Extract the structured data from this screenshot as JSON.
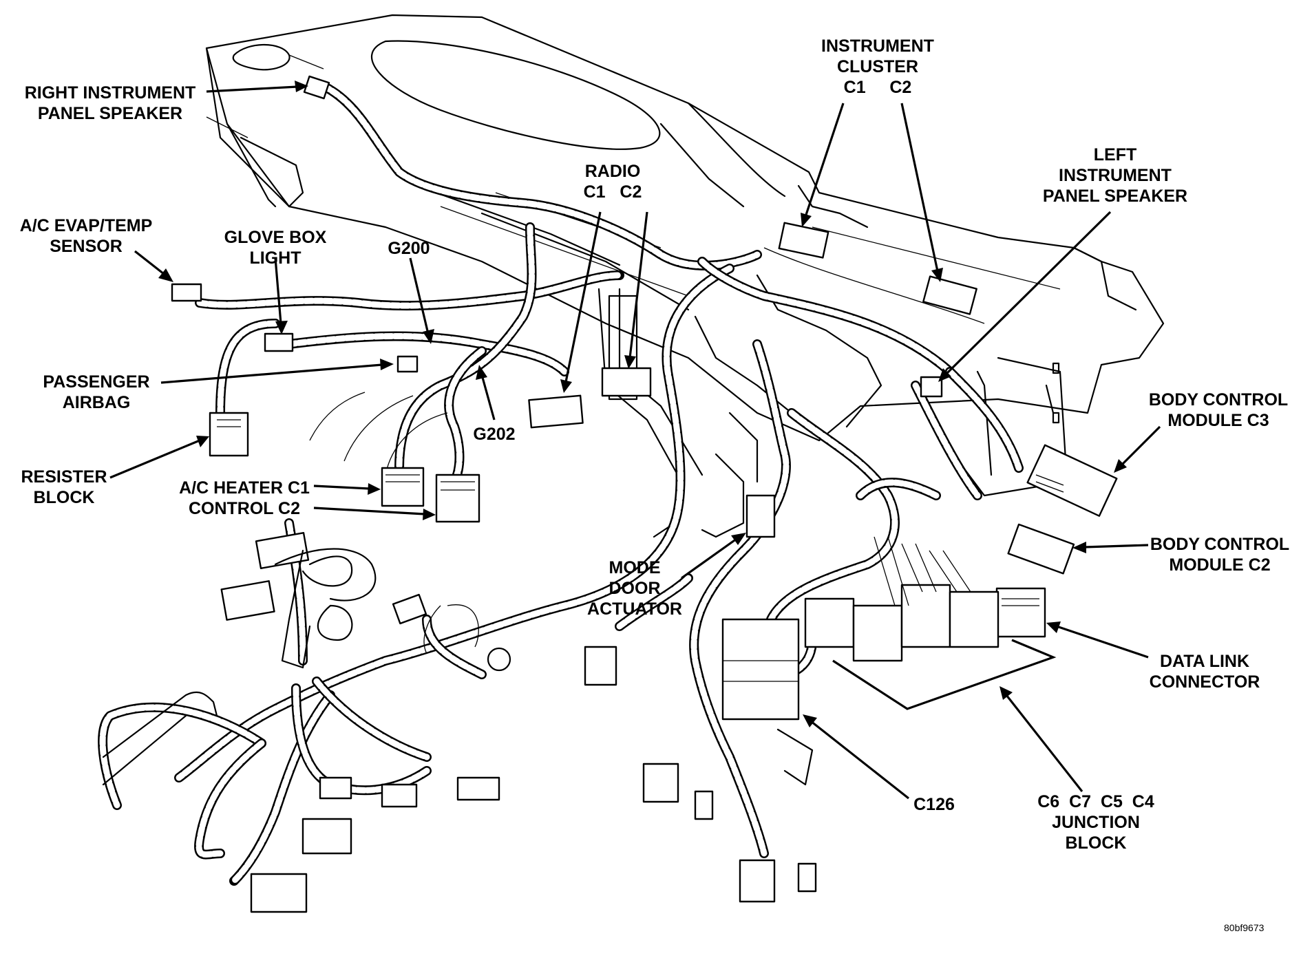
{
  "labels": {
    "right_ip_speaker": [
      "RIGHT INSTRUMENT",
      "PANEL SPEAKER"
    ],
    "instrument_cluster": [
      "INSTRUMENT",
      "CLUSTER",
      "C1     C2"
    ],
    "radio": [
      "RADIO",
      "C1   C2"
    ],
    "left_ip_speaker": [
      "LEFT",
      "INSTRUMENT",
      "PANEL SPEAKER"
    ],
    "ac_evap_temp_sensor": [
      "A/C EVAP/TEMP",
      "SENSOR"
    ],
    "glove_box_light": [
      "GLOVE BOX",
      "LIGHT"
    ],
    "g200": [
      "G200"
    ],
    "g202": [
      "G202"
    ],
    "passenger_airbag": [
      "PASSENGER",
      "AIRBAG"
    ],
    "resister_block": [
      "RESISTER",
      "BLOCK"
    ],
    "ac_heater_control": [
      "A/C HEATER C1",
      "CONTROL C2"
    ],
    "body_control_module_c3": [
      "BODY CONTROL",
      "MODULE C3"
    ],
    "body_control_module_c2": [
      "BODY CONTROL",
      "MODULE C2"
    ],
    "mode_door_actuator": [
      "MODE",
      "DOOR",
      "ACTUATOR"
    ],
    "data_link_connector": [
      "DATA LINK",
      "CONNECTOR"
    ],
    "c126": [
      "C126"
    ],
    "junction_block": [
      "C6  C7  C5  C4",
      "JUNCTION",
      "BLOCK"
    ]
  },
  "figure_code": "80bf9673"
}
